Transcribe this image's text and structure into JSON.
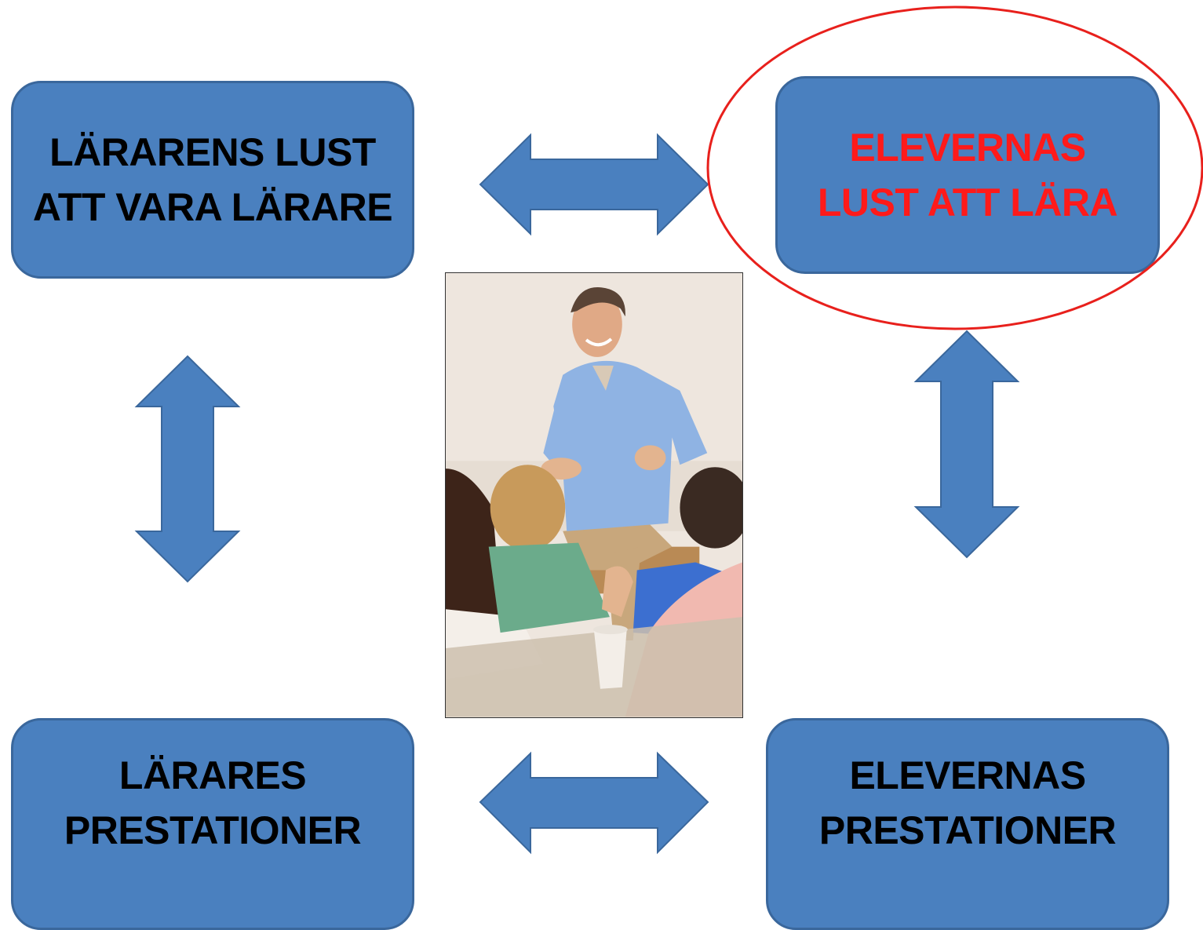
{
  "boxes": {
    "top_left": {
      "lines": [
        "LÄRARENS LUST",
        "ATT VARA LÄRARE"
      ]
    },
    "top_right": {
      "lines": [
        "ELEVERNAS",
        "LUST ATT LÄRA"
      ],
      "text_color": "#ff1a1a",
      "highlighted": true
    },
    "bottom_left": {
      "lines": [
        "LÄRARES",
        "PRESTATIONER"
      ]
    },
    "bottom_right": {
      "lines": [
        "ELEVERNAS",
        "PRESTATIONER"
      ]
    }
  },
  "colors": {
    "box_fill": "#4a80bf",
    "box_border": "#3a679c",
    "arrow_fill": "#4a80bf",
    "highlight_ring": "#e8201c",
    "box_text": "#000000"
  },
  "photo": {
    "subject": "teacher-with-students-photo"
  },
  "arrows": [
    "top-horizontal-double-arrow",
    "bottom-horizontal-double-arrow",
    "left-vertical-double-arrow",
    "right-vertical-double-arrow"
  ]
}
